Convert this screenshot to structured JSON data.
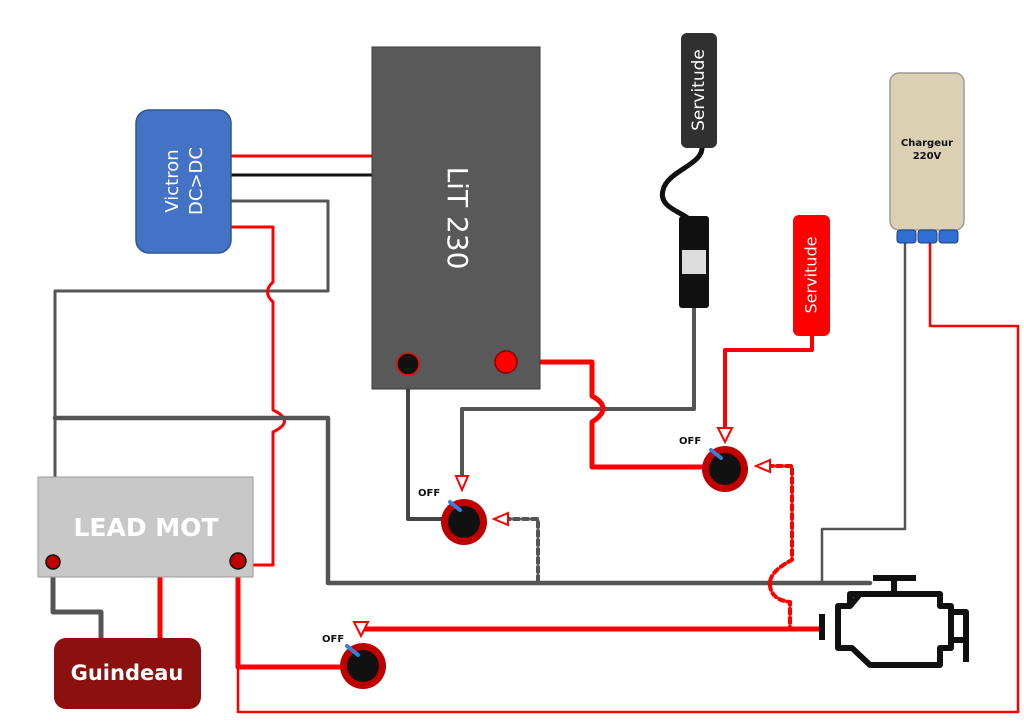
{
  "battery_lithium": {
    "label": "LiT 230"
  },
  "battery_lead": {
    "label": "LEAD MOT"
  },
  "dcdc": {
    "line1": "Victron",
    "line2": "DC>DC"
  },
  "charger": {
    "line1": "Chargeur",
    "line2": "220V"
  },
  "servitude_black": {
    "label": "Servitude"
  },
  "servitude_red": {
    "label": "Servitude"
  },
  "windlass": {
    "label": "Guindeau"
  },
  "switches": [
    {
      "label": "OFF"
    },
    {
      "label": "OFF"
    },
    {
      "label": "OFF"
    }
  ],
  "colors": {
    "positive": "#ff0000",
    "negative": "#111111",
    "ground": "#4d4d4d",
    "dcdc_fill": "#4472c4",
    "lithium_fill": "#595959",
    "lead_fill": "#bfbfbf",
    "windlass_fill": "#8b1010",
    "charger_fill": "#d9ccb0",
    "switch_ring": "#c00000"
  },
  "icons": [
    "engine-icon",
    "fuse-holder-icon",
    "battery-switch-icon"
  ]
}
